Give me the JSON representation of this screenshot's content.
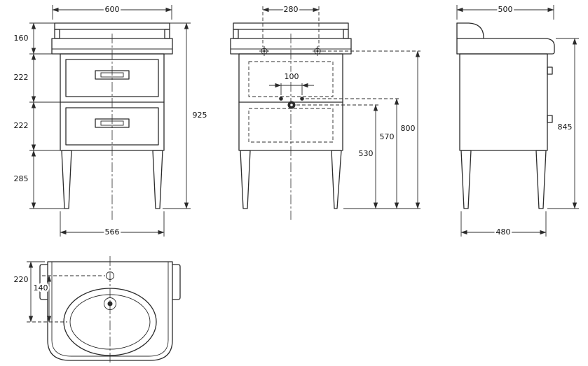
{
  "sheet": {
    "background": "#ffffff",
    "line_color": "#2b2b2b"
  },
  "front_view": {
    "top_width": "600",
    "upstand_height": "160",
    "upper_drawer_height": "222",
    "lower_drawer_height": "222",
    "leg_height": "285",
    "overall_height": "925",
    "base_width": "566"
  },
  "cutout_view": {
    "tap_centres": "280",
    "fixing_centres": "100",
    "tap_height": "800",
    "fixing_height": "570",
    "waste_height": "530"
  },
  "side_view": {
    "top_depth": "500",
    "overall_height": "845",
    "base_depth": "480"
  },
  "basin_view": {
    "bowl_centre_from_back": "220",
    "bowl_centre_from_tap": "140"
  }
}
